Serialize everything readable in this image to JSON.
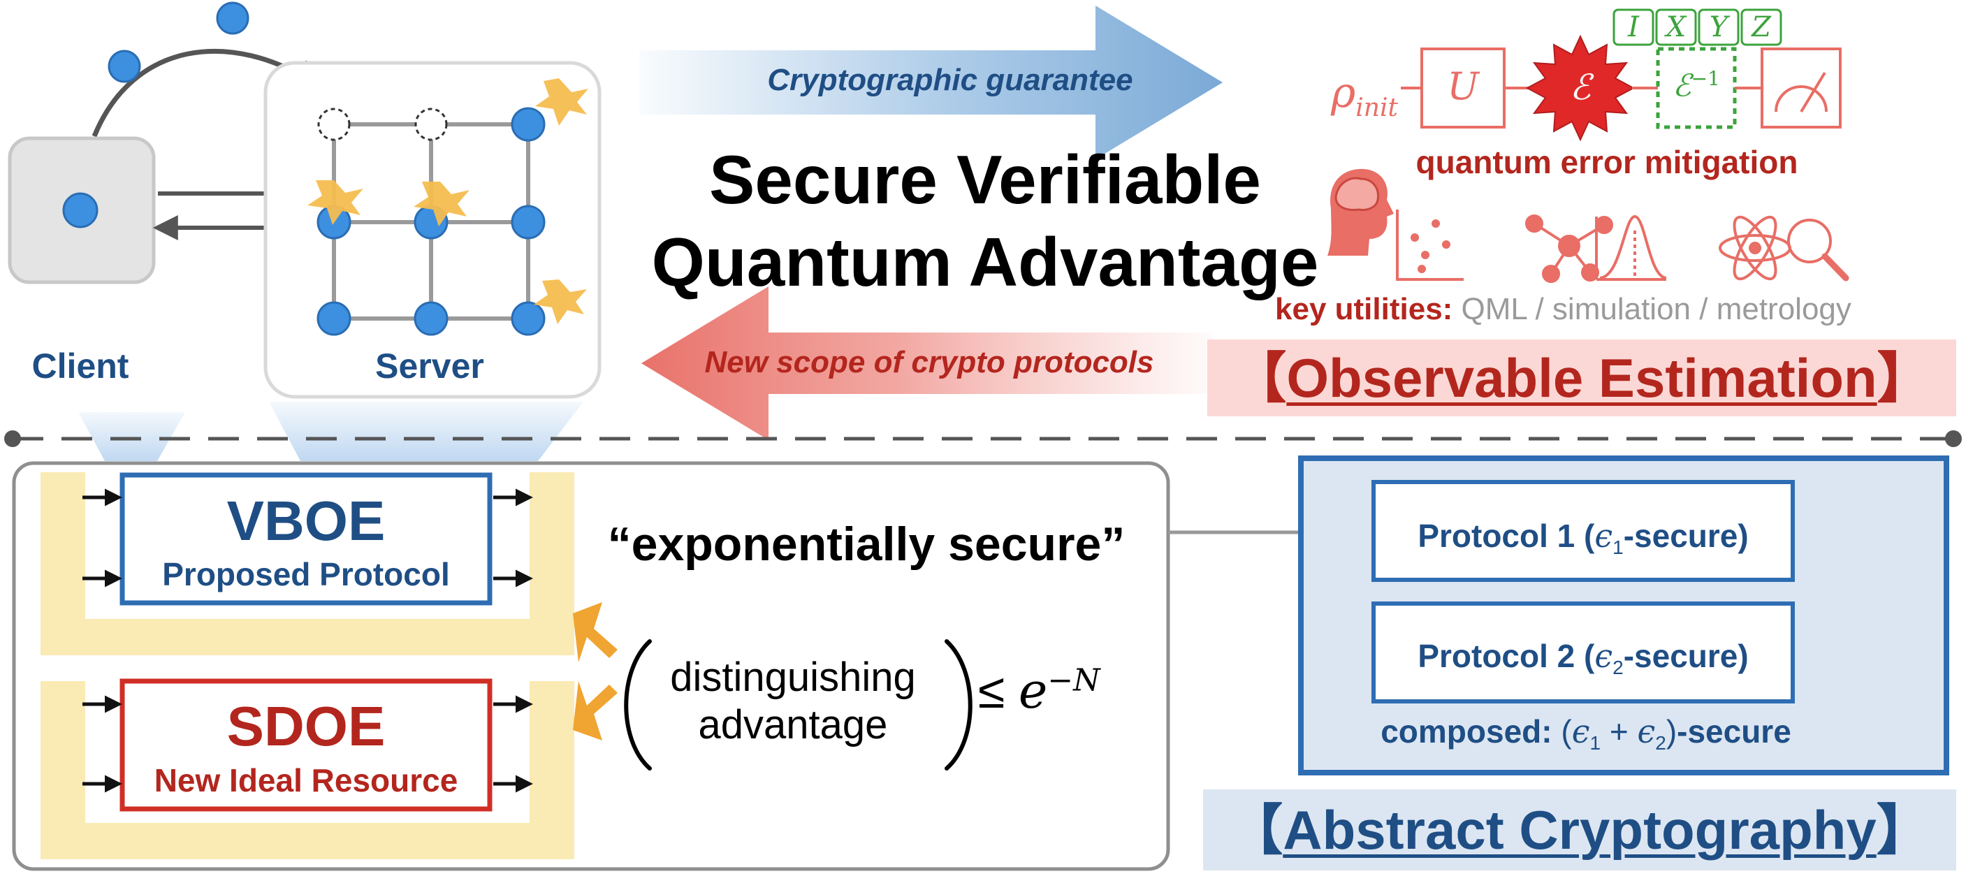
{
  "title": {
    "line1": "Secure Verifiable",
    "line2": "Quantum Advantage"
  },
  "client_server": {
    "client_label": "Client",
    "server_label": "Server"
  },
  "arrows": {
    "top_label": "Cryptographic guarantee",
    "bottom_label": "New scope of crypto protocols"
  },
  "circuit": {
    "rho_symbol": "ρ",
    "rho_subscript": "init",
    "u_label": "U",
    "noise_label": "ℰ",
    "inverse_label": "ℰ",
    "inverse_superscript": "−1",
    "paulis": [
      "I",
      "X",
      "Y",
      "Z"
    ],
    "caption": "quantum error mitigation"
  },
  "utilities": {
    "prefix": "key utilities:",
    "items": "QML / simulation / metrology"
  },
  "observable_estimation": {
    "bracket_open": "【",
    "text": "Observable Estimation",
    "bracket_close": "】"
  },
  "vboe": {
    "title": "VBOE",
    "subtitle": "Proposed Protocol"
  },
  "sdoe": {
    "title": "SDOE",
    "subtitle": "New Ideal Resource"
  },
  "security": {
    "quote": "“exponentially secure”",
    "paren_line1": "distinguishing",
    "paren_line2": "advantage",
    "leq": "≤",
    "bound_base": "e",
    "bound_exp": "−N"
  },
  "protocols": {
    "p1_label": "Protocol 1",
    "p1_open": "(",
    "p1_eps": "ϵ",
    "p1_sub": "1",
    "p1_tail": "-secure)",
    "p2_label": "Protocol 2",
    "p2_open": "(",
    "p2_eps": "ϵ",
    "p2_sub": "2",
    "p2_tail": "-secure)",
    "composed_label": "composed:",
    "composed_eps1": "ϵ",
    "composed_sub1": "1",
    "composed_plus": "+",
    "composed_eps2": "ϵ",
    "composed_sub2": "2",
    "composed_tail": "-secure"
  },
  "abstract_cryptography": {
    "bracket_open": "【",
    "text": "Abstract Cryptography",
    "bracket_close": "】"
  },
  "colors": {
    "blue": "#1f4e85",
    "red": "#b3261e",
    "light_red": "#e86e66",
    "green": "#3ca33c",
    "node_blue": "#3d8fe0",
    "star_yellow": "#f5bd4f",
    "pale_yellow": "#faeab3",
    "pale_blue_panel": "#dce6f2",
    "pink_panel": "#fbd8d5"
  },
  "icons": [
    "brain-head-icon",
    "scatter-plot-icon",
    "molecule-icon",
    "distribution-icon",
    "atom-icon",
    "magnifier-icon"
  ]
}
